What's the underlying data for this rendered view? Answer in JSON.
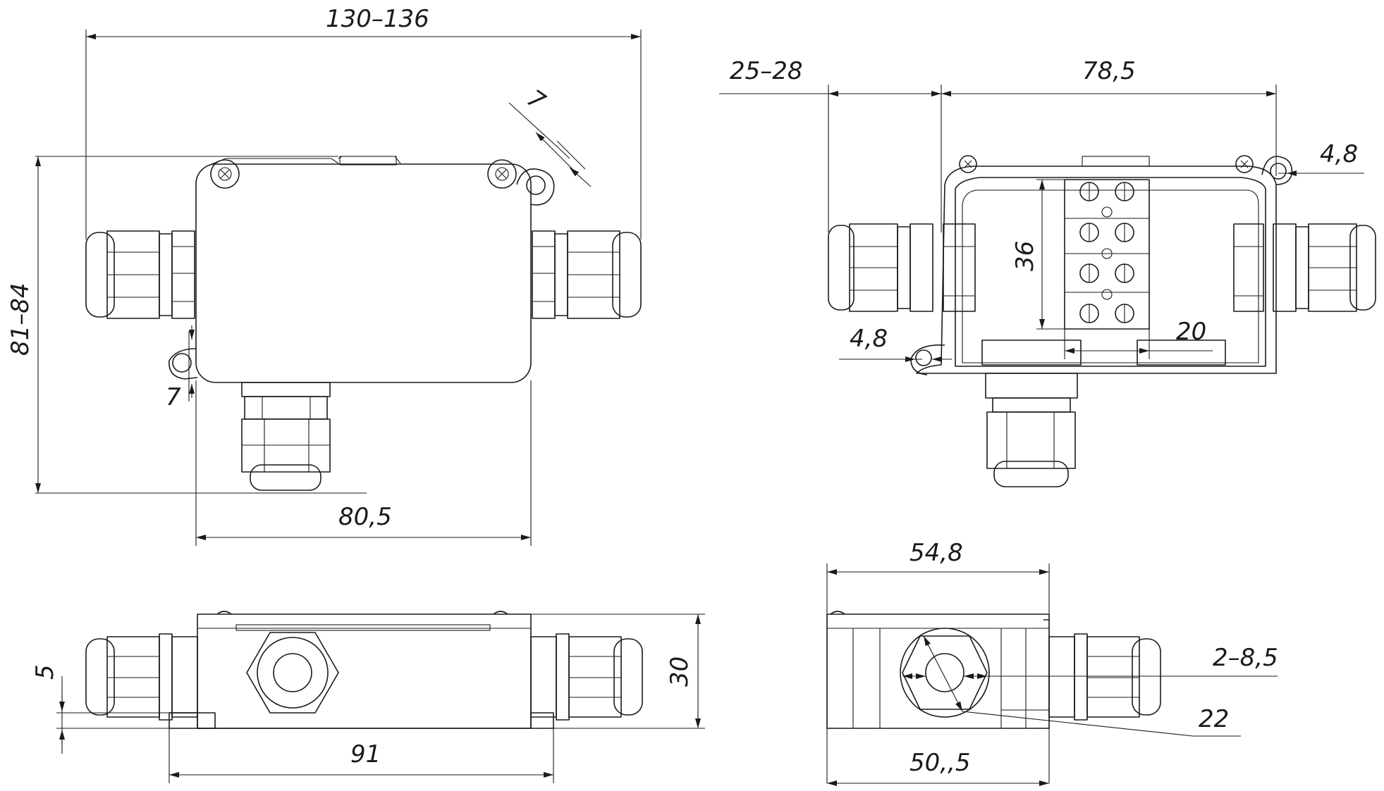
{
  "views": {
    "front": {
      "dim_overall_length": "130–136",
      "dim_lug_hole": "7",
      "dim_height": "81–84",
      "dim_lug_offset": "7",
      "dim_body_width": "80,5"
    },
    "top_open": {
      "dim_gland_length": "25–28",
      "dim_body_length": "78,5",
      "dim_lug_right": "4,8",
      "dim_terminal_height": "36",
      "dim_lug_left": "4,8",
      "dim_terminal_width": "20"
    },
    "side": {
      "dim_base": "5",
      "dim_total_height": "30",
      "dim_mount_distance": "91"
    },
    "end": {
      "dim_top_width": "54,8",
      "dim_cable_range": "2–8,5",
      "dim_gland_size": "22",
      "dim_bottom_width": "50,,5"
    }
  }
}
